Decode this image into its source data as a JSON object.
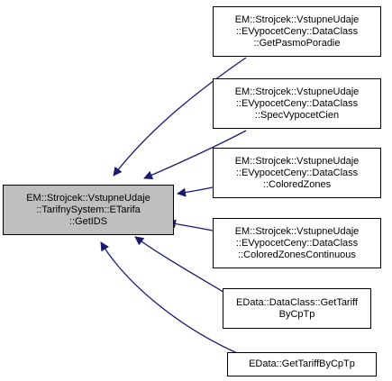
{
  "graph": {
    "edge_color": "#191970",
    "focus_fill": "#bfbfbf",
    "focus": {
      "lines": [
        "EM::Strojcek::VstupneUdaje",
        "::TarifnySystem::ETarifa",
        "::GetIDS"
      ]
    },
    "callers": [
      {
        "lines": [
          "EM::Strojcek::VstupneUdaje",
          "::EVypocetCeny::DataClass",
          "::GetPasmoPoradie"
        ]
      },
      {
        "lines": [
          "EM::Strojcek::VstupneUdaje",
          "::EVypocetCeny::DataClass",
          "::SpecVypocetCien"
        ]
      },
      {
        "lines": [
          "EM::Strojcek::VstupneUdaje",
          "::EVypocetCeny::DataClass",
          "::ColoredZones"
        ]
      },
      {
        "lines": [
          "EM::Strojcek::VstupneUdaje",
          "::EVypocetCeny::DataClass",
          "::ColoredZonesContinuous"
        ]
      },
      {
        "lines": [
          "EData::DataClass::GetTariff",
          "ByCpTp"
        ]
      },
      {
        "lines": [
          "EData::GetTariffByCpTp"
        ]
      }
    ]
  }
}
